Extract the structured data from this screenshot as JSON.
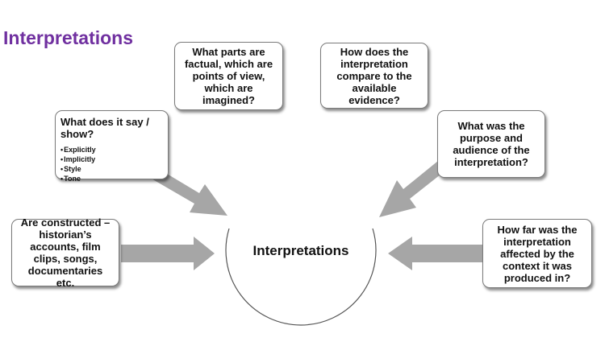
{
  "title": "Interpretations",
  "center": {
    "label": "Interpretations"
  },
  "boxes": {
    "what_says": {
      "text": "What does it say / show?",
      "bullets": [
        "Explicitly",
        "Implicitly",
        "Style",
        "Tone"
      ]
    },
    "factual": {
      "text": "What parts are factual, which are points of view, which are imagined?"
    },
    "evidence": {
      "text": "How does the interpretation compare to the available evidence?"
    },
    "purpose": {
      "text": "What was the purpose and audience of the interpretation?"
    },
    "constructed": {
      "text": "Are constructed – historian’s accounts, film clips, songs, documentaries etc."
    },
    "context": {
      "text": "How far was the interpretation affected by the context it was produced in?"
    }
  },
  "colors": {
    "title": "#7030a0",
    "arrow": "#a6a6a6",
    "box_border": "#7a7a7a"
  }
}
